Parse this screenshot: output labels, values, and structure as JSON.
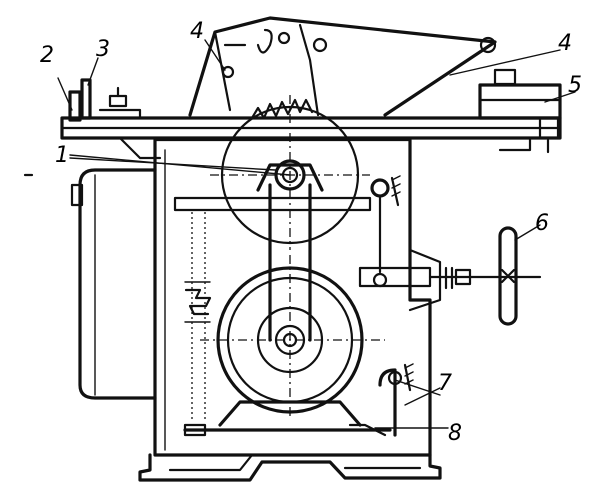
{
  "diagram": {
    "labels": [
      {
        "id": "1",
        "text": "1"
      },
      {
        "id": "2",
        "text": "2"
      },
      {
        "id": "3",
        "text": "3"
      },
      {
        "id": "4a",
        "text": "4"
      },
      {
        "id": "4b",
        "text": "4"
      },
      {
        "id": "5",
        "text": "5"
      },
      {
        "id": "6",
        "text": "6"
      },
      {
        "id": "7",
        "text": "7"
      },
      {
        "id": "8",
        "text": "8"
      }
    ]
  }
}
